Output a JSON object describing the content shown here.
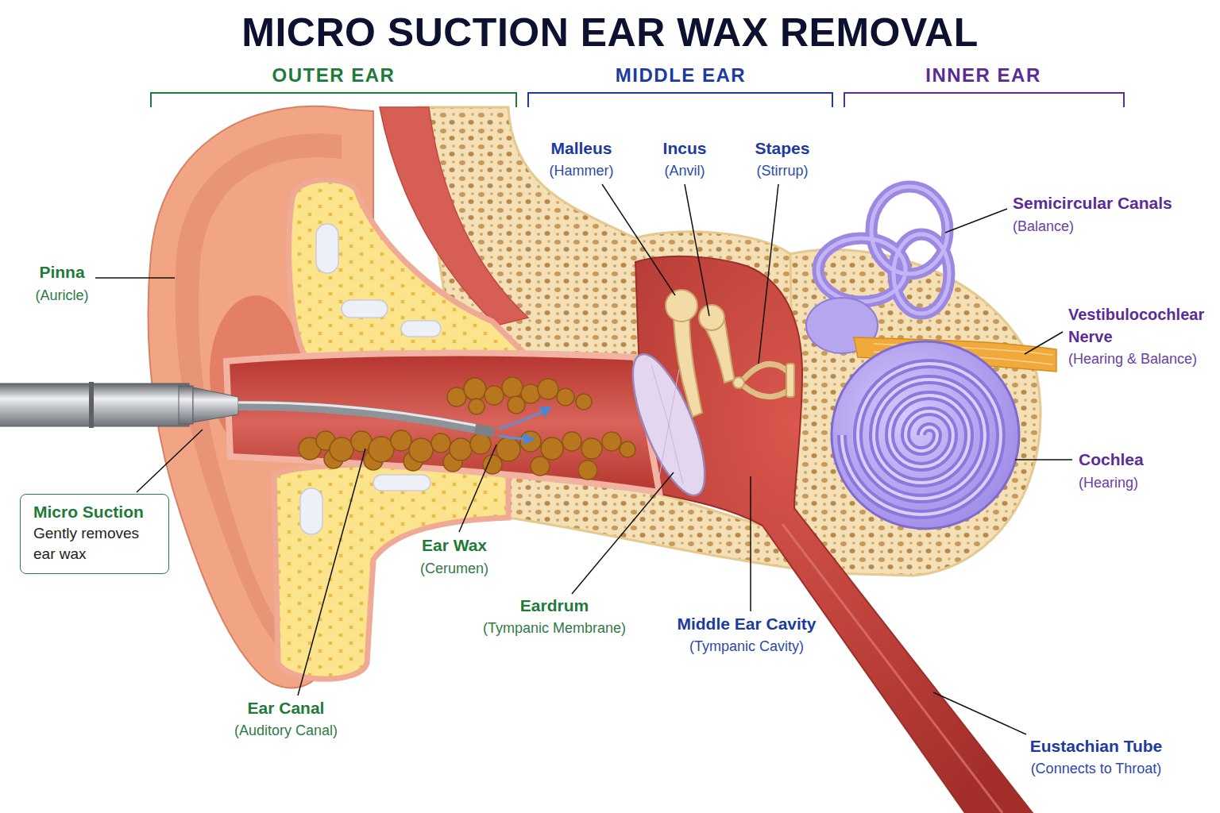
{
  "diagram": {
    "title": "MICRO SUCTION EAR WAX REMOVAL",
    "nodes": [
      {
        "text": [
          "Micro Suction",
          "Gently removes ear wax"
        ]
      }
    ],
    "labels": [
      "OUTER EAR",
      "MIDDLE EAR",
      "INNER EAR",
      "Malleus",
      "(Hammer)",
      "Incus",
      "(Anvil)",
      "Stapes",
      "(Stirrup)",
      "Semicircular Canals",
      "(Balance)",
      "Pinna",
      "(Auricle)",
      "Vestibulocochlear Nerve",
      "(Hearing & Balance)",
      "Cochlea",
      "(Hearing)",
      "Ear Wax",
      "(Cerumen)",
      "Eardrum",
      "(Tympanic Membrane)",
      "Middle Ear Cavity",
      "(Tympanic Cavity)",
      "Ear Canal",
      "(Auditory Canal)",
      "Eustachian Tube",
      "(Connects to Throat)"
    ]
  }
}
